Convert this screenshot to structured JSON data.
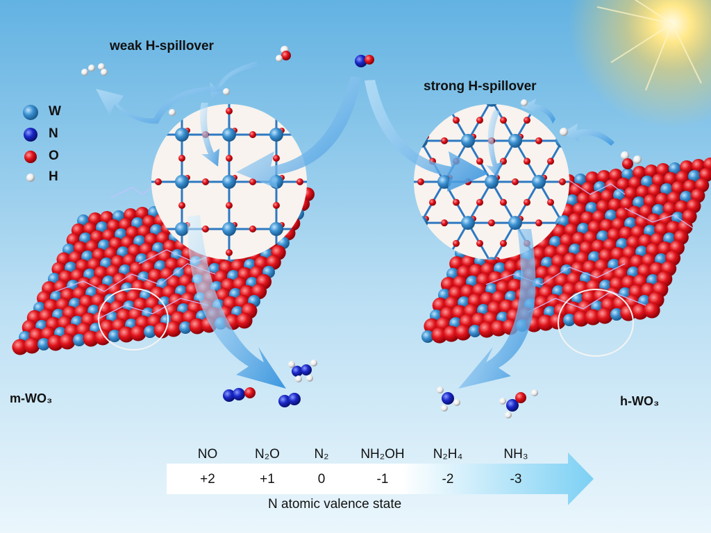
{
  "labels": {
    "weak_spillover": "weak H-spillover",
    "strong_spillover": "strong H-spillover",
    "left_material": "m-WO₃",
    "right_material": "h-WO₃",
    "axis_title": "N atomic valence state"
  },
  "legend": [
    {
      "symbol": "W",
      "color": "#3a8fd0"
    },
    {
      "symbol": "N",
      "color": "#1a28c8"
    },
    {
      "symbol": "O",
      "color": "#e0141c"
    },
    {
      "symbol": "H",
      "color": "#f2f2f2"
    }
  ],
  "valence_scale": [
    {
      "species": "NO",
      "value": "+2"
    },
    {
      "species": "N₂O",
      "value": "+1"
    },
    {
      "species": "N₂",
      "value": "0"
    },
    {
      "species": "NH₂OH",
      "value": "-1"
    },
    {
      "species": "N₂H₄",
      "value": "-2"
    },
    {
      "species": "NH₃",
      "value": "-3"
    }
  ],
  "colors": {
    "sky_top": "#5fb0e0",
    "sky_bottom": "#e8f6fc",
    "tungsten": "#3a8fd0",
    "nitrogen": "#1a28c8",
    "oxygen": "#e0141c",
    "hydrogen": "#f2f2f2",
    "arrow": "#3d9be0"
  }
}
